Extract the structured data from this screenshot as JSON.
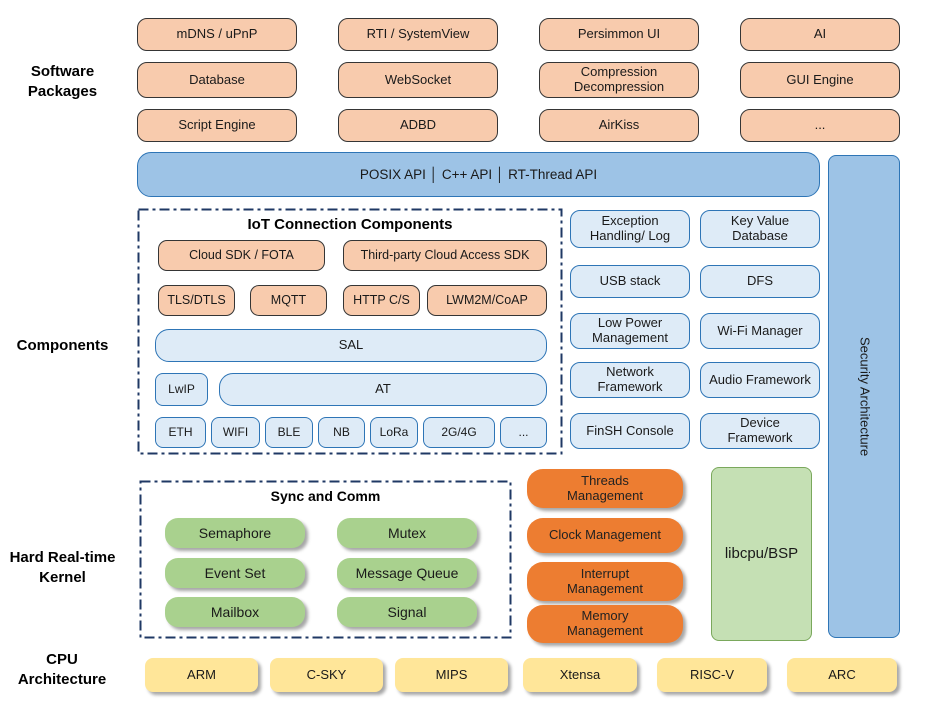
{
  "side_labels": {
    "software": "Software Packages",
    "components": "Components",
    "kernel": "Hard Real-time Kernel",
    "cpu": "CPU Architecture"
  },
  "software_packages": {
    "boxes": [
      "mDNS / uPnP",
      "RTI / SystemView",
      "Persimmon UI",
      "AI",
      "Database",
      "WebSocket",
      "Compression Decompression",
      "GUI Engine",
      "Script Engine",
      "ADBD",
      "AirKiss",
      "..."
    ]
  },
  "api_bar": {
    "label": "POSIX API │ C++ API │ RT-Thread API"
  },
  "security_bar": {
    "label": "Security Architecture"
  },
  "iot": {
    "title": "IoT Connection Components",
    "row1": [
      "Cloud SDK / FOTA",
      "Third-party Cloud Access SDK"
    ],
    "row2": [
      "TLS/DTLS",
      "MQTT",
      "HTTP C/S",
      "LWM2M/CoAP"
    ],
    "sal": "SAL",
    "lwip": "LwIP",
    "at": "AT",
    "links": [
      "ETH",
      "WIFI",
      "BLE",
      "NB",
      "LoRa",
      "2G/4G",
      "..."
    ]
  },
  "services": {
    "boxes": [
      "Exception Handling/ Log",
      "Key Value Database",
      "USB stack",
      "DFS",
      "Low Power Management",
      "Wi-Fi Manager",
      "Network Framework",
      "Audio Framework",
      "FinSH Console",
      "Device Framework"
    ]
  },
  "kernel": {
    "title": "Sync and Comm",
    "sync_items": [
      "Semaphore",
      "Mutex",
      "Event Set",
      "Message Queue",
      "Mailbox",
      "Signal"
    ],
    "management": [
      "Threads Management",
      "Clock Management",
      "Interrupt Management",
      "Memory Management"
    ],
    "libcpu": "libcpu/BSP"
  },
  "cpu_row": [
    "ARM",
    "C-SKY",
    "MIPS",
    "Xtensa",
    "RISC-V",
    "ARC"
  ],
  "colors": {
    "peach": "#F8CBAD",
    "blue": "#9DC3E6",
    "light_blue": "#DEEBF7",
    "green": "#A9D18E",
    "orange": "#ED7D31",
    "light_green": "#C5E0B4",
    "yellow": "#FFE699",
    "dash_border": "#1F3864",
    "blue_border": "#2E75B6"
  }
}
